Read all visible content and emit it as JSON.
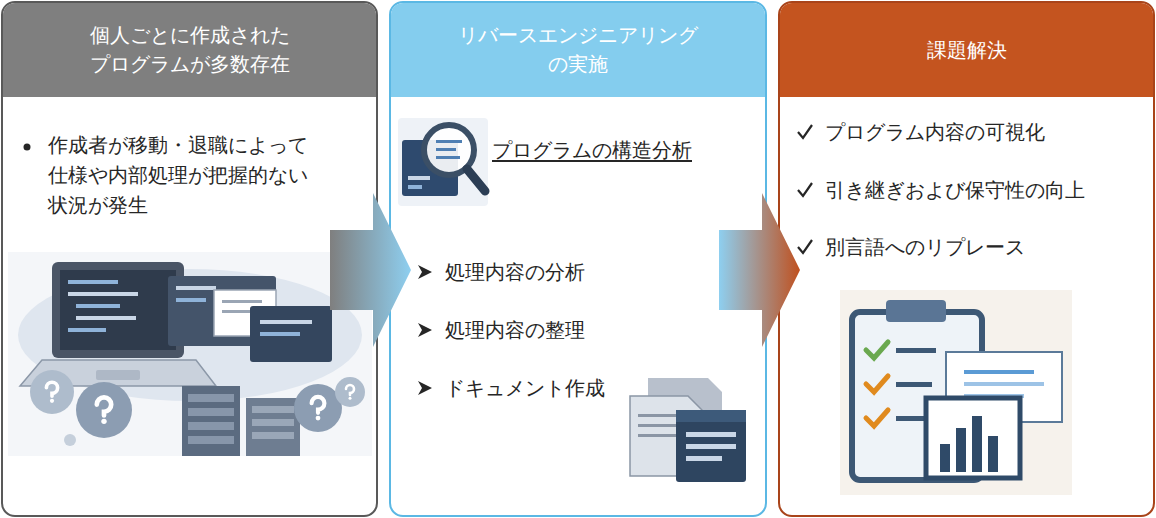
{
  "diagram": {
    "nodes": [
      {
        "text": [
          "個人ごとに作成された プログラムが多数存在",
          "作成者が移動・退職によって 仕様や内部処理が把握的ない 状況が発生"
        ]
      },
      {
        "text": [
          "リバースエンジニアリング の実施",
          "プログラムの構造分析",
          "処理内容の分析",
          "処理内容の整理",
          "ドキュメント作成"
        ]
      },
      {
        "text": [
          "課題解決",
          "プログラム内容の可視化",
          "引き継ぎおよび保守性の向上",
          "別言語へのリプレース"
        ]
      }
    ],
    "edges": [
      {
        "from": 0,
        "to": 1,
        "arrow": "to"
      },
      {
        "from": 1,
        "to": 2,
        "arrow": "to"
      }
    ]
  }
}
